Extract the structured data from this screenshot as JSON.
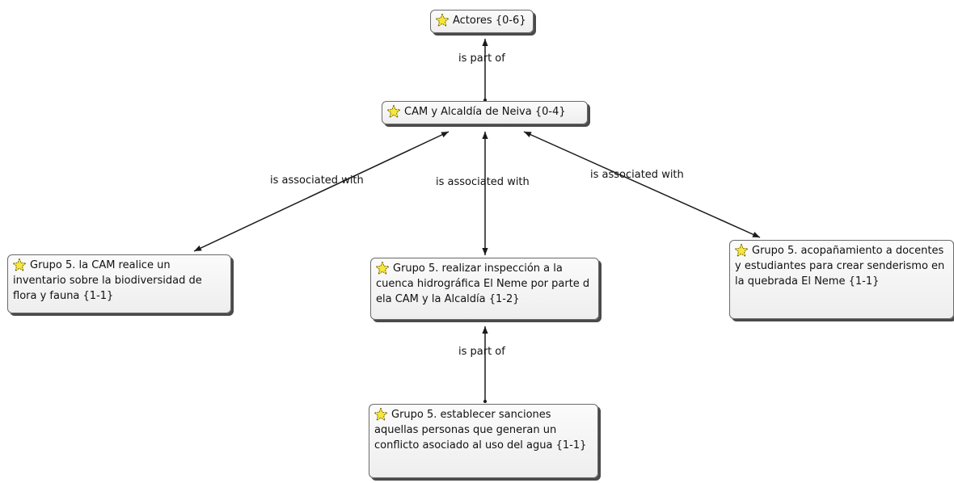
{
  "nodes": {
    "actores": {
      "label": "Actores {0-6}"
    },
    "cam": {
      "label": "CAM y Alcaldía de Neiva {0-4}"
    },
    "inventario": {
      "label": "Grupo 5. la CAM realice un inventario sobre la biodiversidad de flora y fauna {1-1}"
    },
    "inspeccion": {
      "label": "Grupo 5.  realizar inspección a la cuenca hidrográfica El Neme por parte d ela CAM y la Alcaldía {1-2}"
    },
    "acompanamiento": {
      "label": "Grupo 5. acopañamiento a docentes y  estudiantes para crear senderismo en la quebrada El Neme {1-1}"
    },
    "sanciones": {
      "label": "Grupo 5. establecer sanciones aquellas personas que generan un conflicto asociado al uso del agua {1-1}"
    }
  },
  "edges": {
    "cam_actores": {
      "label": "is part of"
    },
    "cam_inventario": {
      "label": "is associated with"
    },
    "cam_inspeccion": {
      "label": "is associated with"
    },
    "cam_acompanamiento": {
      "label": "is associated with"
    },
    "sanciones_inspeccion": {
      "label": "is part of"
    }
  },
  "colors": {
    "line": "#1a1a1a",
    "icon_fill": "#f5e63a",
    "icon_stroke": "#7a6b00"
  }
}
